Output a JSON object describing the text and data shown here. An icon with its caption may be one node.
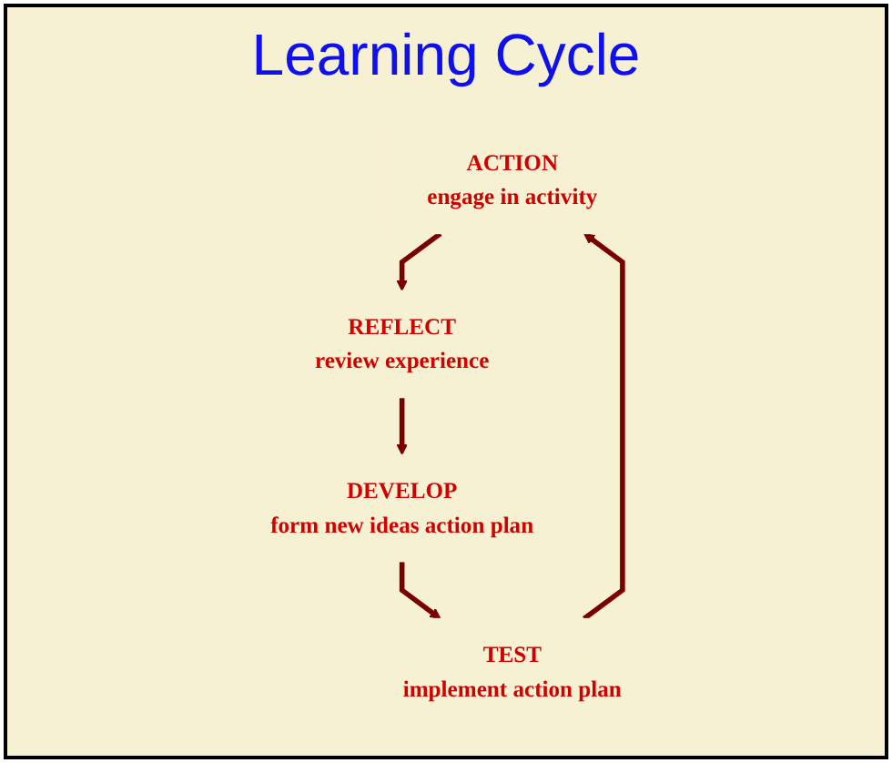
{
  "diagram": {
    "title": "Learning Cycle",
    "nodes": [
      {
        "text": [
          "ACTION",
          "engage in activity"
        ]
      },
      {
        "text": [
          "REFLECT",
          "review experience"
        ]
      },
      {
        "text": [
          "DEVELOP",
          "form new ideas action plan"
        ]
      },
      {
        "text": [
          "TEST",
          "implement action plan"
        ]
      }
    ],
    "edges": [
      {
        "from": 0,
        "to": 1,
        "arrow": "to"
      },
      {
        "from": 1,
        "to": 2,
        "arrow": "to"
      },
      {
        "from": 2,
        "to": 3,
        "arrow": "to"
      },
      {
        "from": 3,
        "to": 0,
        "arrow": "to"
      }
    ]
  }
}
